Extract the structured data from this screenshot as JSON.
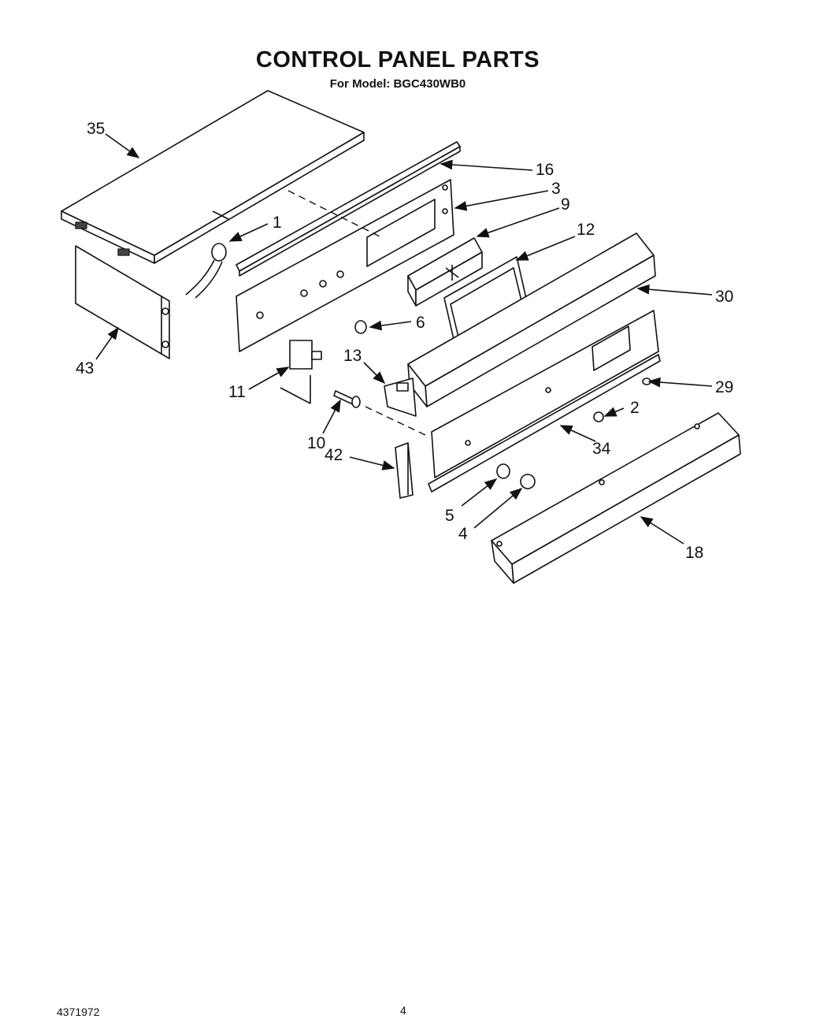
{
  "header": {
    "title": "CONTROL PANEL PARTS",
    "subtitle": "For Model: BGC430WB0"
  },
  "callouts": [
    "35",
    "16",
    "3",
    "9",
    "1",
    "12",
    "30",
    "6",
    "43",
    "13",
    "29",
    "11",
    "2",
    "10",
    "34",
    "42",
    "5",
    "4",
    "18"
  ],
  "footer": {
    "doc_number": "4371972",
    "page_number": "4"
  }
}
